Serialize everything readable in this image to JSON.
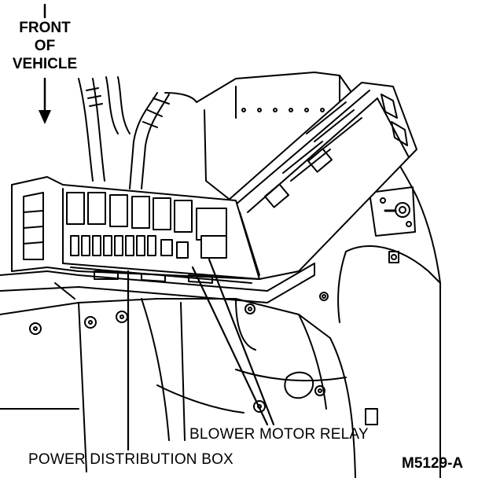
{
  "header": {
    "front_line1": "FRONT",
    "front_line2": "OF",
    "front_line3": "VEHICLE"
  },
  "callouts": {
    "blower_motor_relay": "BLOWER MOTOR RELAY",
    "power_distribution_box": "POWER DISTRIBUTION BOX"
  },
  "figure_code": "M5129-A",
  "colors": {
    "ink": "#000000",
    "paper": "#ffffff"
  }
}
